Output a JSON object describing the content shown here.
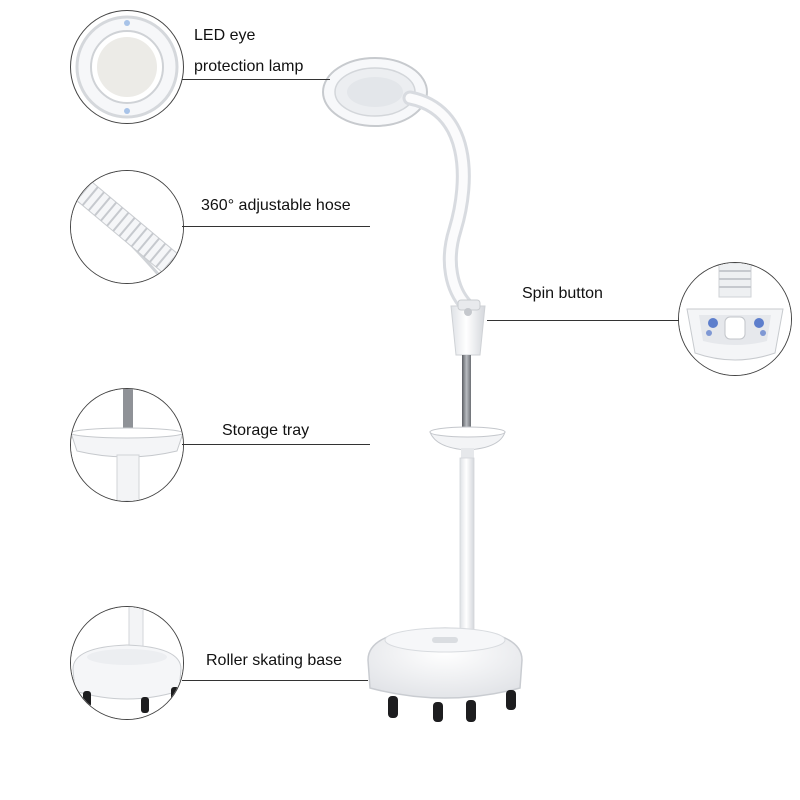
{
  "callouts": {
    "led_lamp": {
      "line1": "LED eye",
      "line2": "protection lamp"
    },
    "hose": {
      "label": "360° adjustable hose"
    },
    "spin_button": {
      "label": "Spin button"
    },
    "storage_tray": {
      "label": "Storage tray"
    },
    "base": {
      "label": "Roller skating base"
    }
  },
  "colors": {
    "lamp_white": "#f4f5f7",
    "shadow_gray": "#c9ccd1",
    "pole_metal": "#7f8287",
    "caster_black": "#1d1d1f",
    "accent_blue": "#3b63c4"
  }
}
